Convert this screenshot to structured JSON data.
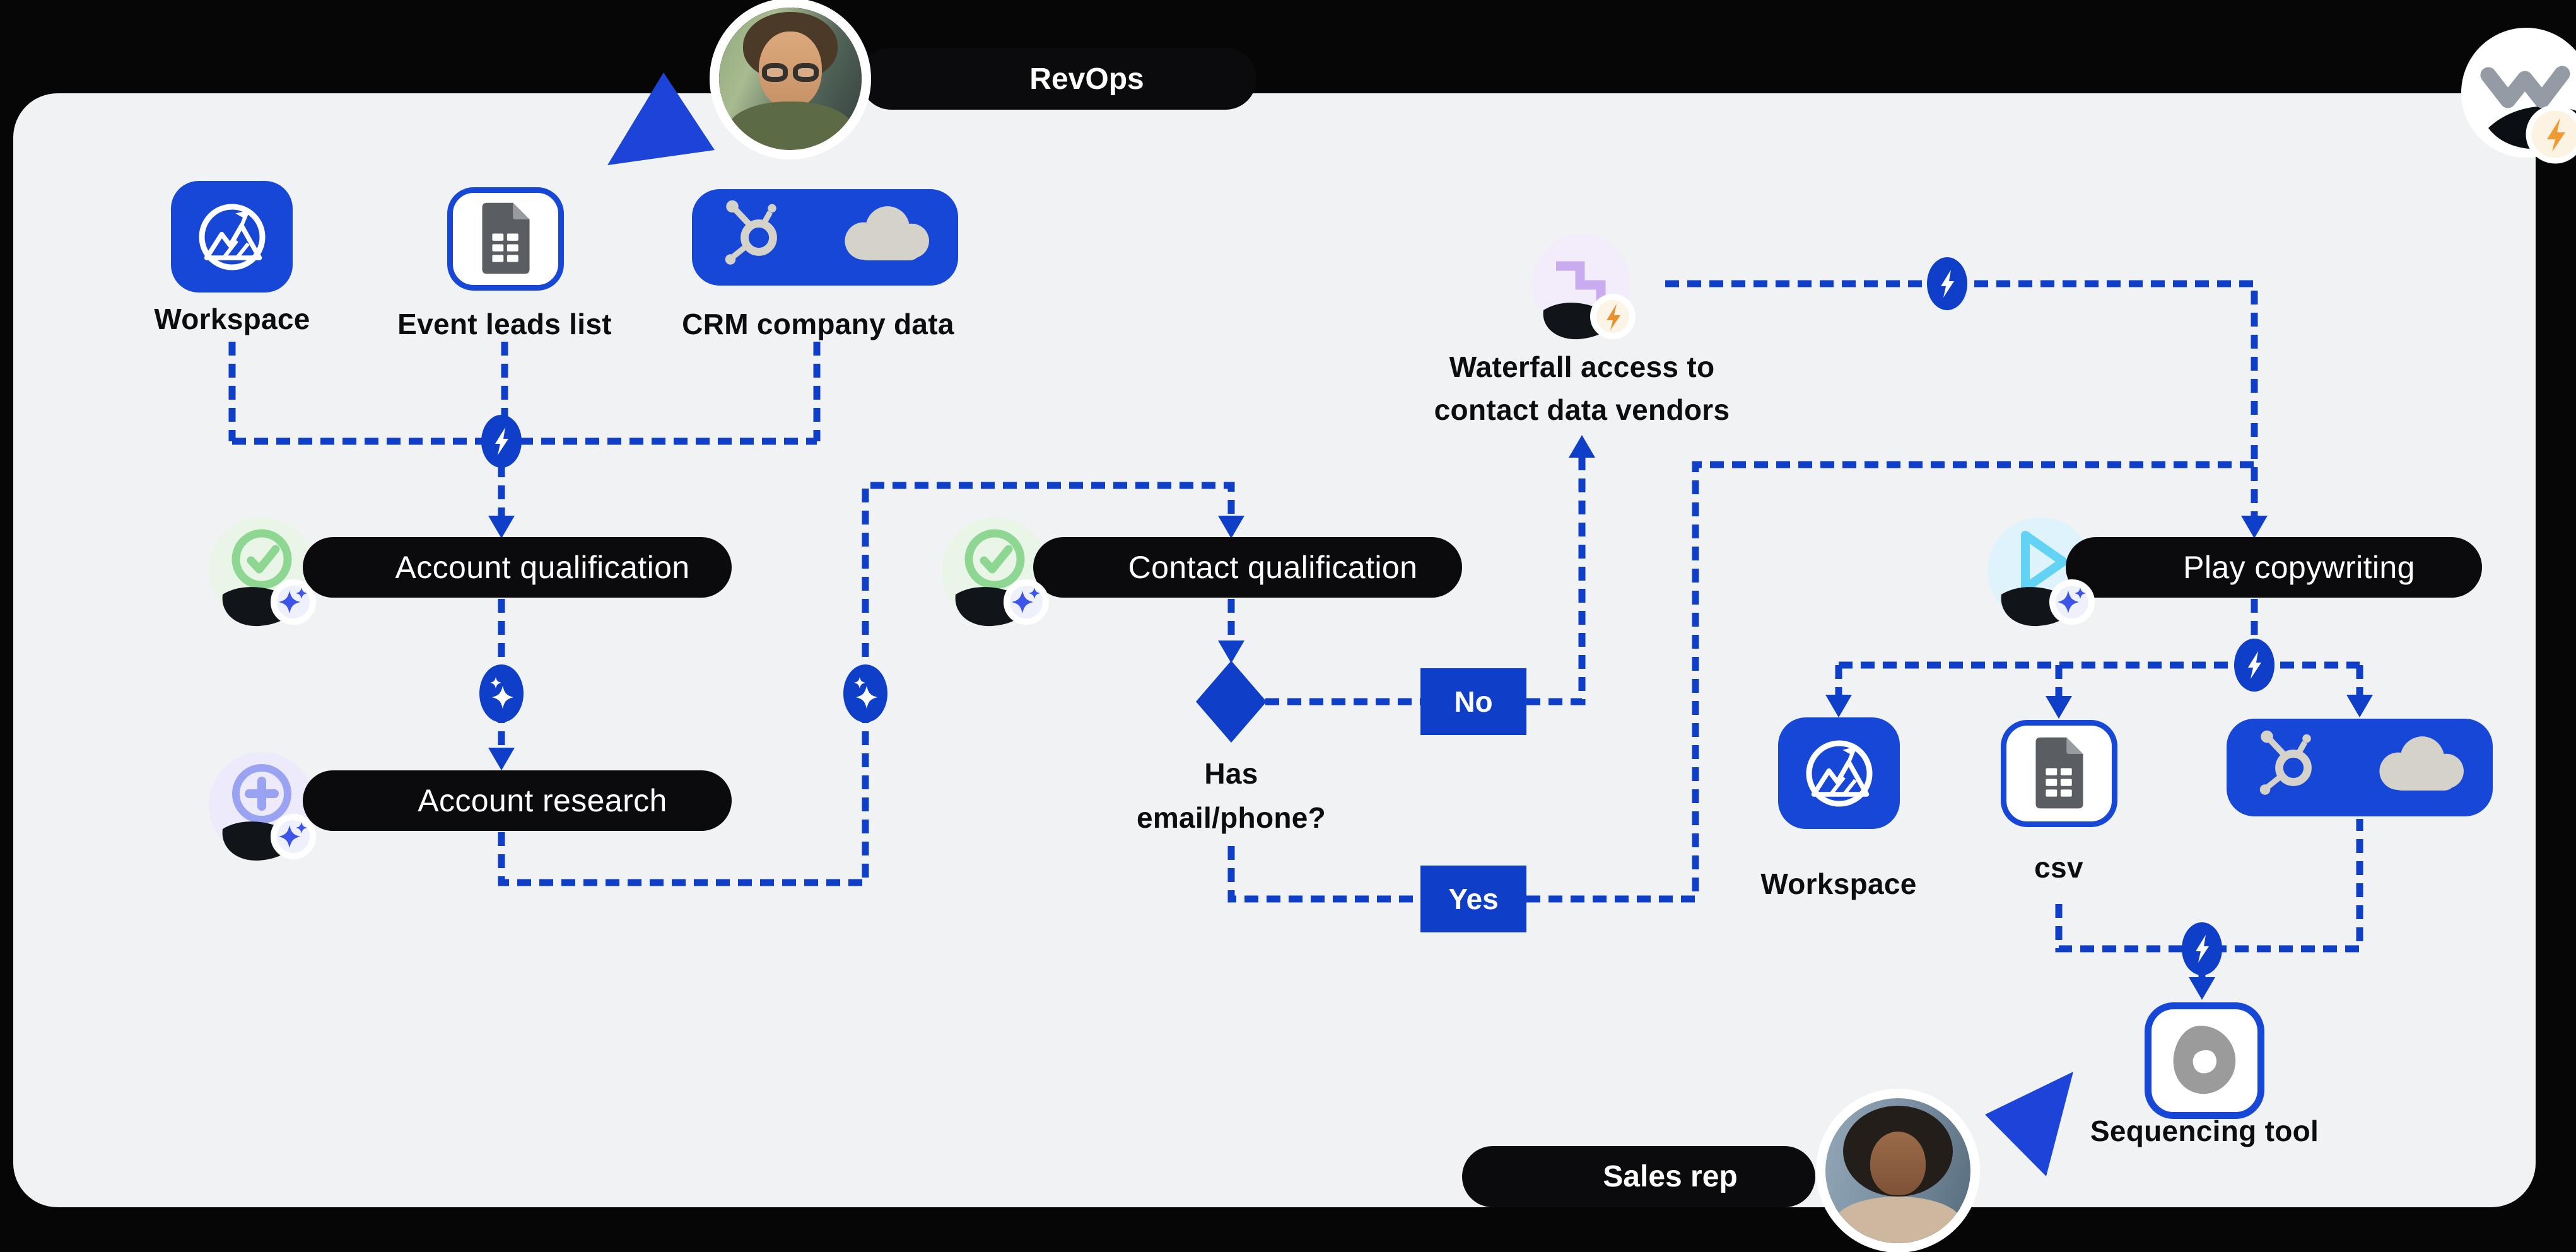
{
  "colors": {
    "accent_blue": "#0f3fc9",
    "tile_blue": "#1747d6",
    "canvas_gray": "#f1f2f4",
    "background_black": "#060607",
    "pill_black": "#0b0b0d",
    "check_green": "#8ed792",
    "plus_lavender": "#9aa2f2",
    "stairs_purple": "#c9abf0",
    "play_cyan": "#63d3f5",
    "badge_star_blue": "#3c55e8",
    "bolt_orange": "#e8922f"
  },
  "actors": {
    "revops": {
      "label": "RevOps"
    },
    "sales_rep": {
      "label": "Sales rep"
    }
  },
  "sources": {
    "workspace": {
      "label": "Workspace"
    },
    "event_leads": {
      "label": "Event leads list"
    },
    "crm": {
      "label": "CRM company data"
    }
  },
  "steps": {
    "account_qualification": {
      "label": "Account qualification"
    },
    "account_research": {
      "label": "Account research"
    },
    "contact_qualification": {
      "label": "Contact qualification"
    },
    "play_copywriting": {
      "label": "Play copywriting"
    }
  },
  "decision": {
    "line1": "Has",
    "line2": "email/phone?",
    "no": "No",
    "yes": "Yes"
  },
  "waterfall": {
    "line1": "Waterfall access to",
    "line2": "contact data vendors"
  },
  "outputs": {
    "workspace": {
      "label": "Workspace"
    },
    "csv": {
      "label": "csv"
    },
    "sequencing_tool": {
      "label": "Sequencing tool"
    }
  }
}
